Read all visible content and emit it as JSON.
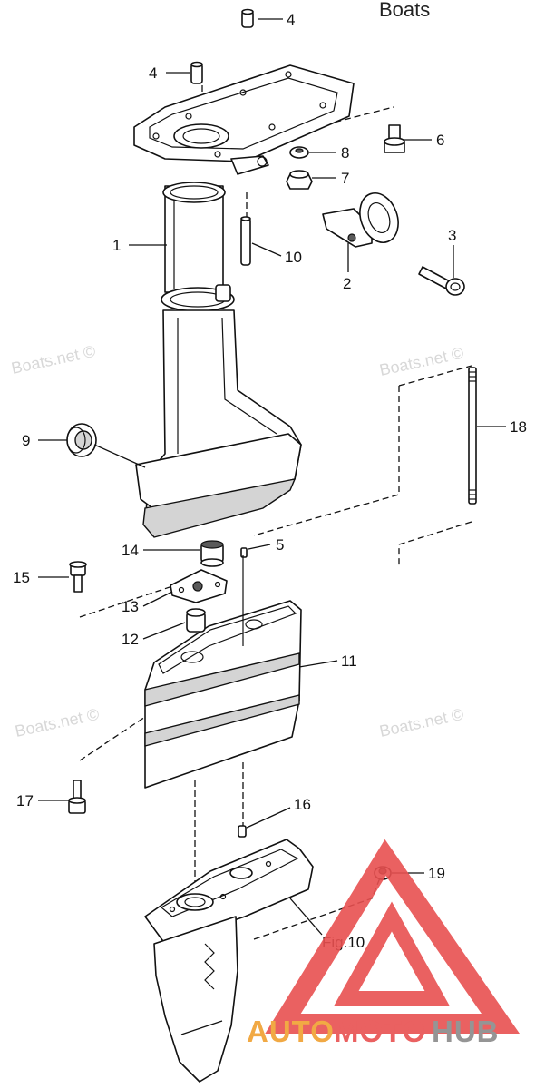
{
  "callouts": {
    "p1": "1",
    "p2": "2",
    "p3": "3",
    "p4a": "4",
    "p4b": "4",
    "p5": "5",
    "p6": "6",
    "p7": "7",
    "p8": "8",
    "p9": "9",
    "p10": "10",
    "p11": "11",
    "p12": "12",
    "p13": "13",
    "p14": "14",
    "p15": "15",
    "p16": "16",
    "p17": "17",
    "p18": "18",
    "p19": "19"
  },
  "figure_ref": "Fig.10",
  "watermarks": {
    "top": "Boats",
    "w1": "Boats.net ©",
    "w2": "Boats.net ©",
    "w3": "Boats.net ©",
    "w4": "Boats.net ©"
  },
  "logo": {
    "part1": "AUTO",
    "part2": "MOTO",
    "part3": "HUB",
    "color_orange": "#f0a030",
    "color_red": "#e85050",
    "color_grey": "#8a8a8a"
  }
}
